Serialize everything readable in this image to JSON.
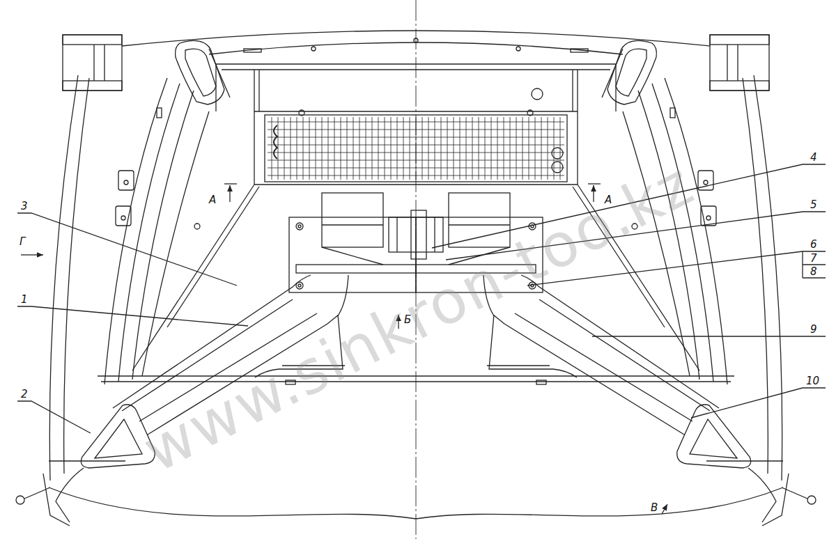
{
  "diagram": {
    "labels": [
      "1",
      "2",
      "3",
      "4",
      "5",
      "6",
      "7",
      "8",
      "9",
      "10",
      "А",
      "А",
      "Б",
      "В",
      "Г",
      "www.sinkron-too.kz"
    ]
  }
}
